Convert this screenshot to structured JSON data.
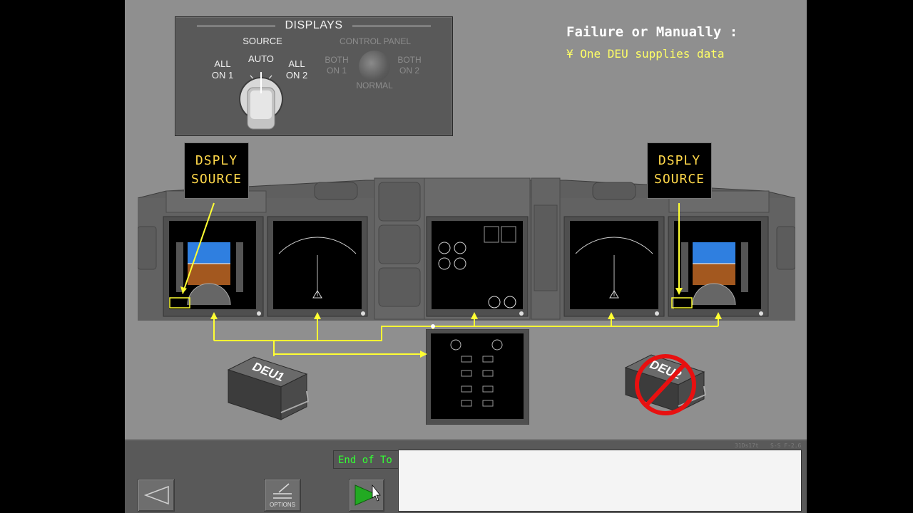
{
  "panel": {
    "title": "DISPLAYS",
    "source_label": "SOURCE",
    "auto": "AUTO",
    "all_on_1_a": "ALL",
    "all_on_1_b": "ON 1",
    "all_on_2_a": "ALL",
    "all_on_2_b": "ON 2",
    "control_panel": "CONTROL PANEL",
    "both_on_1_a": "BOTH",
    "both_on_1_b": "ON 1",
    "both_on_2_a": "BOTH",
    "both_on_2_b": "ON 2",
    "normal": "NORMAL"
  },
  "info": {
    "title": "Failure or Manually :",
    "line1": "¥  One DEU supplies data"
  },
  "dsply_left": {
    "line1": "DSPLY",
    "line2": "SOURCE"
  },
  "dsply_right": {
    "line1": "DSPLY",
    "line2": "SOURCE"
  },
  "deu": {
    "deu1": "DEU1",
    "deu2": "DEU2"
  },
  "bottom": {
    "status": "End of To",
    "options_label": "OPTIONS",
    "ref_left": "31Ds17t",
    "ref_right": "S-S F-2.6"
  },
  "colors": {
    "wire": "#ffff33",
    "accent": "#ffd84a",
    "status_text": "#33ff33"
  }
}
